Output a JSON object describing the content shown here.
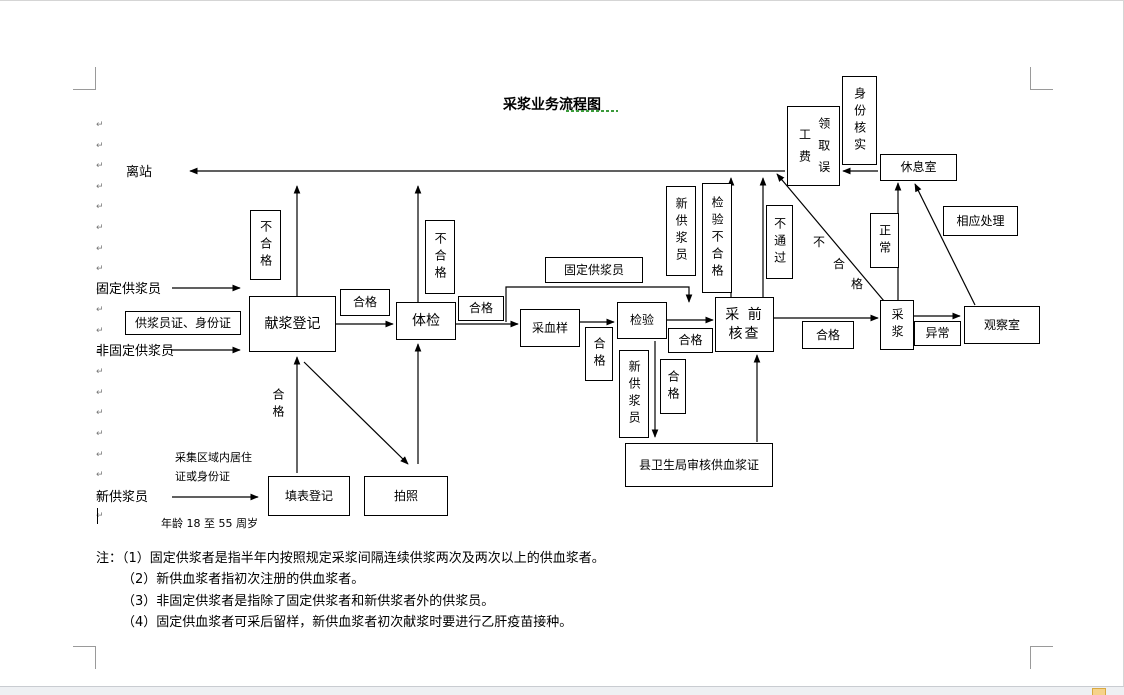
{
  "title": "采浆业务流程图",
  "left_labels": {
    "leave": "离站",
    "fixed": "固定供浆员",
    "nonfixed": "非固定供浆员",
    "new": "新供浆员",
    "credential": "采集区域内居住证或身份证",
    "age": "年龄 18 至 55 周岁"
  },
  "boxes": {
    "id_card": "供浆员证、身份证",
    "register": "献浆登记",
    "fill_form": "填表登记",
    "photo": "拍照",
    "physical": "体检",
    "blood_sample": "采血样",
    "test": "检验",
    "pre_check": "采 前 核查",
    "plasma": "采浆",
    "observe": "观察室",
    "rest": "休息室",
    "fee": "领 取 误 工 费",
    "id_verify": "身份核实",
    "handle": "相应处理",
    "county": "县卫生局审核供血浆证",
    "fixed_donor": "固定供浆员",
    "new_donor_top": "新供浆员",
    "new_donor_bottom": "新供浆员",
    "test_fail": "检验不合格",
    "not_pass": "不通过",
    "fail_1": "不合格",
    "fail_2": "不合格",
    "normal": "正常",
    "abnormal": "异常",
    "ok_1": "合格",
    "ok_2": "合格",
    "ok_3": "合格",
    "ok_4": "合格",
    "ok_5": "合格",
    "ok_6": "合格"
  },
  "labels": {
    "ok_up": "合格",
    "fail_diag": "不合格"
  },
  "notes": [
    "注：（1）固定供浆者是指半年内按照规定采浆间隔连续供浆两次及两次以上的供血浆者。",
    "（2）新供血浆者指初次注册的供血浆者。",
    "（3）非固定供浆者是指除了固定供浆者和新供浆者外的供浆员。",
    "（4）固定供血浆者可采后留样，新供血浆者初次献浆时要进行乙肝疫苗接种。"
  ]
}
